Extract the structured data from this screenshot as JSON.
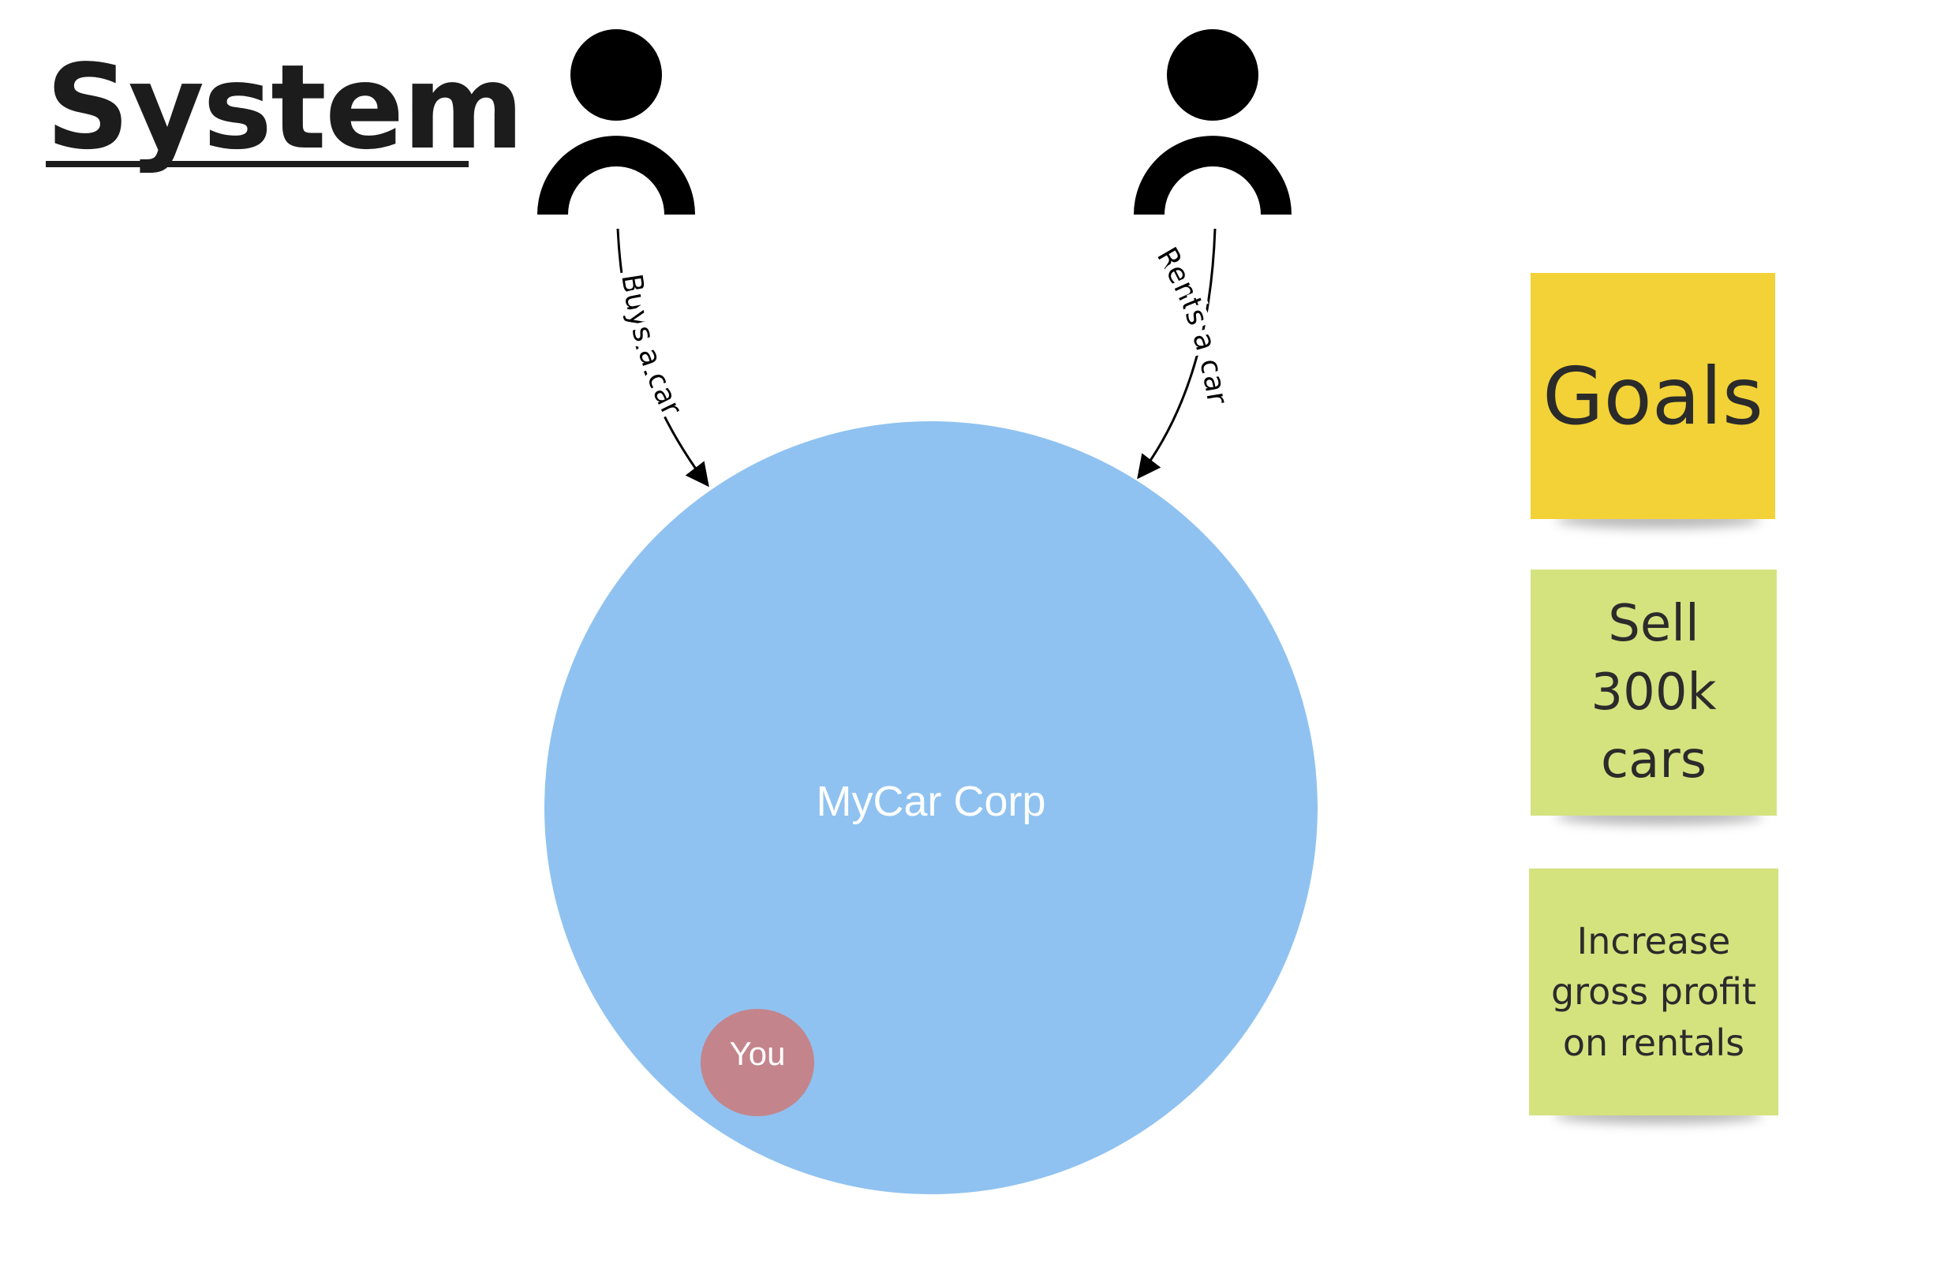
{
  "title": "System",
  "actors": [
    {
      "icon": "person-icon",
      "relation": "Buys a car"
    },
    {
      "icon": "person-icon",
      "relation": "Rents a car"
    }
  ],
  "system": {
    "label": "MyCar Corp",
    "color": "#8fc2f0"
  },
  "you": {
    "label": "You",
    "color": "#c4848b"
  },
  "stickies": {
    "header": {
      "text": "Goals",
      "color": "#f2d236"
    },
    "goals": [
      {
        "lines": [
          "Sell",
          "300k",
          "cars"
        ],
        "color": "#d4e37e"
      },
      {
        "lines": [
          "Increase",
          "gross profit",
          "on rentals"
        ],
        "color": "#d4e37e"
      }
    ]
  }
}
